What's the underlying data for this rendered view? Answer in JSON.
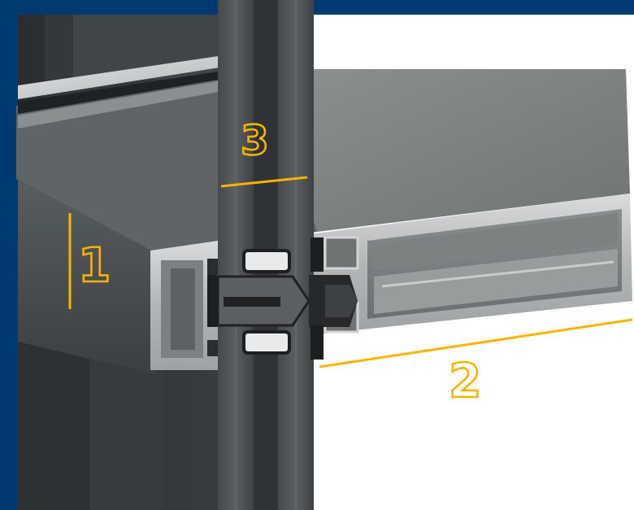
{
  "colors": {
    "background_blue": "#003a70",
    "accent_yellow": "#f5b400",
    "glass": "#3b3f42",
    "aluminium": "#b9bcbd",
    "gasket": "#222222"
  },
  "callouts": [
    {
      "label": "1"
    },
    {
      "label": "2"
    },
    {
      "label": "3"
    }
  ]
}
